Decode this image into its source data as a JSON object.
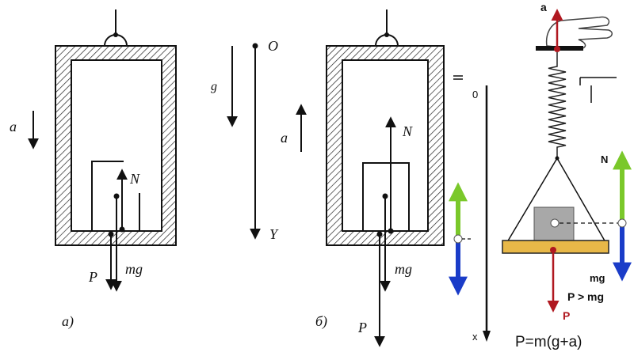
{
  "left": {
    "accel_label": "a",
    "normal_label": "N",
    "weight_label": "P",
    "gravity_label": "mg",
    "caption": "а)"
  },
  "axis": {
    "gravity_label": "g",
    "origin_label": "O",
    "axis_label": "Y"
  },
  "middle": {
    "accel_label": "a",
    "normal_label": "N",
    "gravity_label": "mg",
    "weight_label": "P",
    "caption": "б)"
  },
  "right": {
    "accel_label": "a",
    "origin_label": "0",
    "axis_label": "x",
    "normal_label": "N",
    "gravity_label": "mg",
    "weight_label": "P",
    "inequality": "P > mg",
    "formula": "P=m(g+a)"
  },
  "colors": {
    "red_arrow": "#b01820",
    "green_arrow": "#7ac82a",
    "blue_arrow": "#1a3cc8",
    "wood": "#e8b848"
  }
}
